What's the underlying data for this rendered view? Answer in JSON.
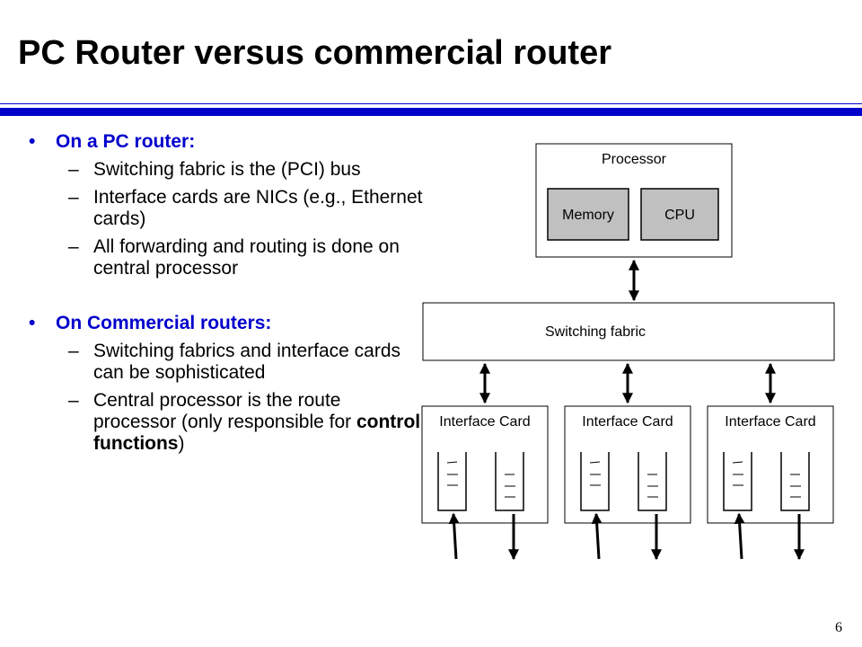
{
  "slide": {
    "title": "PC Router versus commercial router",
    "page_number": "6",
    "accent_color": "#0000cc"
  },
  "bullets": [
    {
      "text": "On a PC router:",
      "subs": [
        "Switching fabric is the (PCI) bus",
        "Interface cards are NICs (e.g., Ethernet cards)",
        "All forwarding and routing is done on central processor"
      ]
    },
    {
      "text": "On Commercial routers:",
      "subs": [
        "Switching fabrics  and interface cards can be sophisticated",
        "Central processor is the route processor (only responsible for "
      ],
      "emphasis": "control functions",
      "tail": ")"
    }
  ],
  "diagram": {
    "processor_label": "Processor",
    "memory_label": "Memory",
    "cpu_label": "CPU",
    "switching_label": "Switching fabric",
    "interface_labels": [
      "Interface Card",
      "Interface Card",
      "Interface Card"
    ],
    "module_fill": "#c0c0c0"
  }
}
